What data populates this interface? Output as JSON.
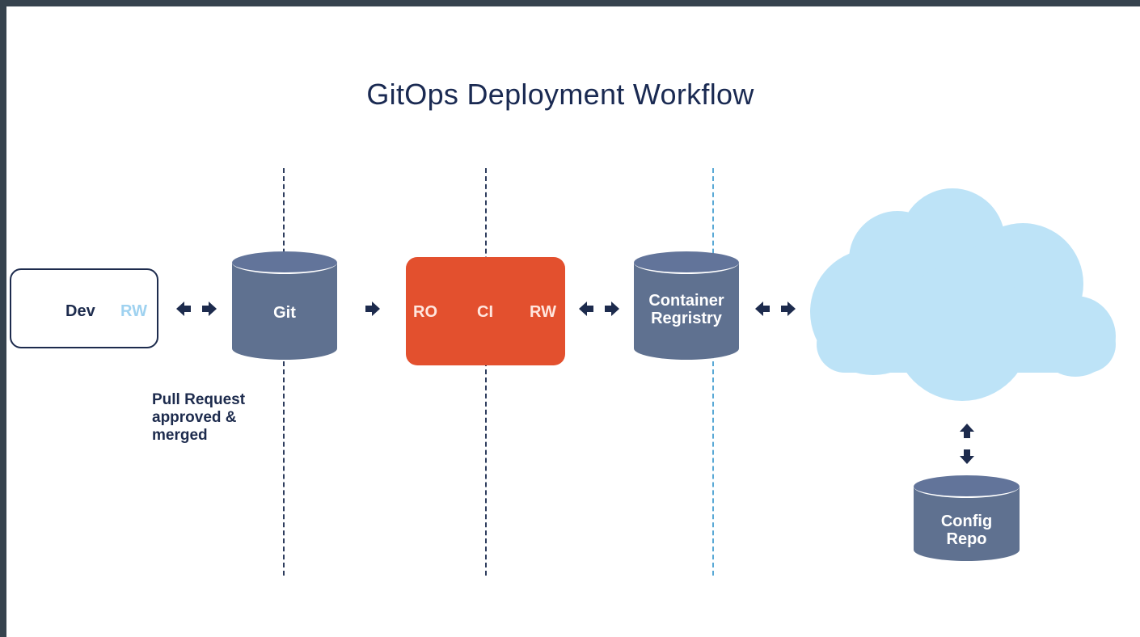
{
  "diagram": {
    "title": "GitOps Deployment Workflow",
    "dev": {
      "label": "Dev",
      "access": "RW"
    },
    "git": {
      "label": "Git"
    },
    "pull_request_note": "Pull Request\napproved &\nmerged",
    "ci": {
      "left_access": "RO",
      "label": "CI",
      "right_access": "RW"
    },
    "container_registry": {
      "label_line1": "Container",
      "label_line2": "Regristry"
    },
    "config_repo": {
      "label_line1": "Config",
      "label_line2": "Repo"
    },
    "colors": {
      "frame": "#36434e",
      "title": "#1a2a52",
      "cylinder": "#5f7190",
      "ci_box": "#e3502e",
      "cloud": "#bde3f7",
      "rw_highlight": "#9fd2f0",
      "arrow": "#1d2b4d"
    },
    "icons": [
      "double-arrow-icon",
      "right-arrow-icon",
      "cloud-icon",
      "vertical-double-arrow-icon"
    ]
  }
}
